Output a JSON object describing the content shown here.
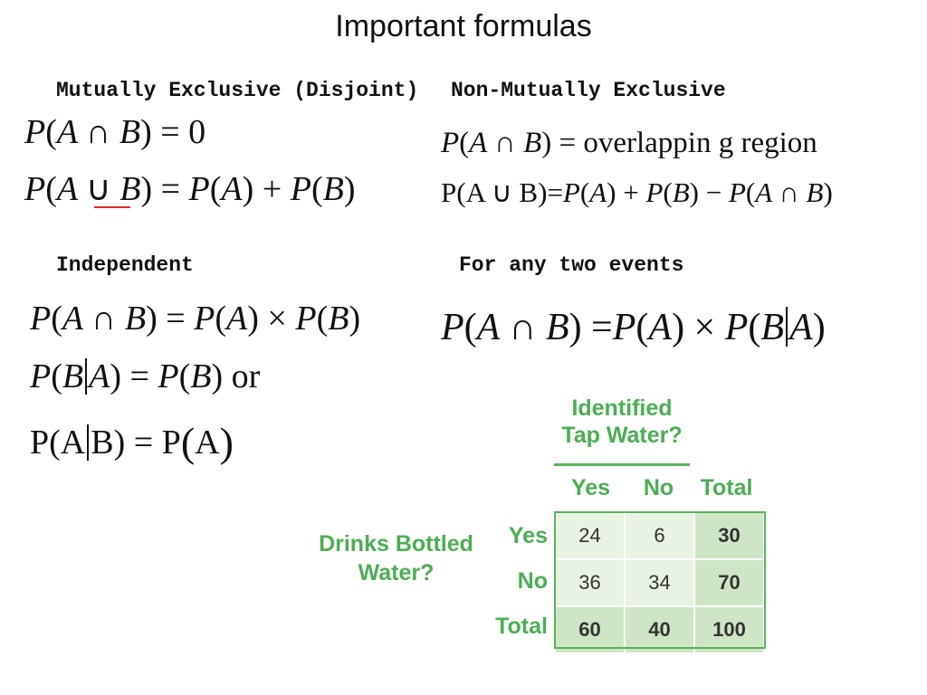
{
  "title": "Important formulas",
  "sections": {
    "mutually_exclusive": "Mutually Exclusive (Disjoint)",
    "non_mutually_exclusive": "Non-Mutually Exclusive",
    "independent": "Independent",
    "any_two_events": "For any two events"
  },
  "formulas": {
    "me_intersection_rhs": "0",
    "nme_intersection_rhs": "overlappin g region",
    "or_word": "or"
  },
  "table": {
    "col_group_title_line1": "Identified",
    "col_group_title_line2": "Tap Water?",
    "row_group_title_line1": "Drinks Bottled",
    "row_group_title_line2": "Water?",
    "col_headers": [
      "Yes",
      "No",
      "Total"
    ],
    "row_headers": [
      "Yes",
      "No",
      "Total"
    ],
    "rows": [
      [
        "24",
        "6",
        "30"
      ],
      [
        "36",
        "34",
        "70"
      ],
      [
        "60",
        "40",
        "100"
      ]
    ],
    "accent_color": "#4cae55"
  }
}
